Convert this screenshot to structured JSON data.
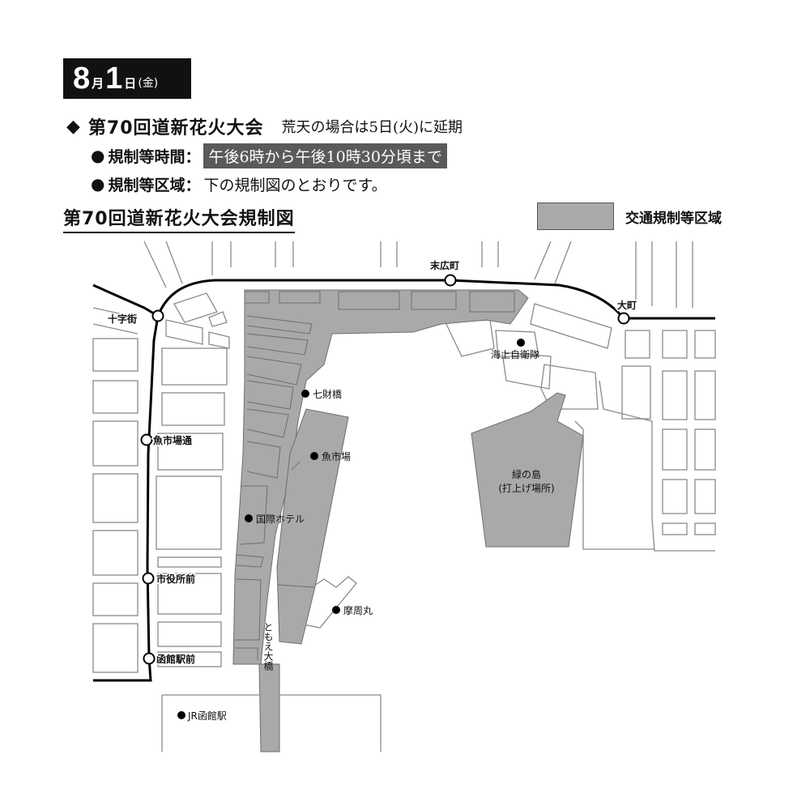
{
  "header": {
    "month": "8",
    "month_unit": "月",
    "day": "1",
    "day_unit": "日",
    "weekday": "(金)"
  },
  "event": {
    "marker": "◆",
    "title": "第70回道新花火大会",
    "rain_note": "荒天の場合は5日(火)に延期"
  },
  "regulation": {
    "bullet": "●",
    "time_label": "規制等時間：",
    "time_value": "午後6時から午後10時30分頃まで",
    "area_label": "規制等区域：",
    "area_value": "下の規制図のとおりです。"
  },
  "map": {
    "title": "第70回道新花火大会規制図",
    "legend_label": "交通規制等区域",
    "colors": {
      "regulated": "#a9a9a9",
      "road": "#8a8a8a",
      "tram": "#000000"
    },
    "stations": {
      "suehirocho": "末広町",
      "omachi": "大町",
      "jujigai": "十字街",
      "uoichibadori": "魚市場通",
      "shiyakushomae": "市役所前",
      "hakodateekimae": "函館駅前"
    },
    "places": {
      "jsdf": "海上自衛隊",
      "shichizaibashi": "七財橋",
      "uoichiba": "魚市場",
      "kokusai_hotel": "国際ホテル",
      "mashumaru": "摩周丸",
      "jr_hakodate": "JR函館駅",
      "midori_island": "緑の島",
      "launch_site": "(打上げ場所)",
      "tomoe_bridge": "ともえ大橋"
    }
  }
}
